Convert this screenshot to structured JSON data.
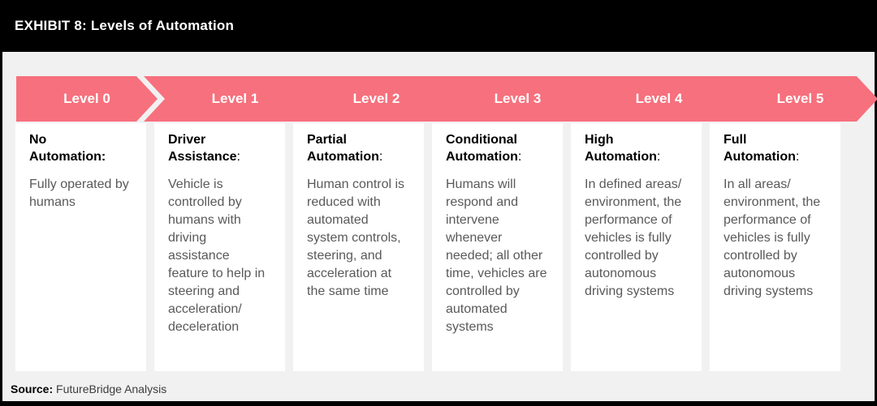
{
  "header": {
    "title": "EXHIBIT 8: Levels of Automation"
  },
  "levels": [
    {
      "label": "Level 0",
      "title": "No\nAutomation",
      "colon": ":",
      "description": "Fully operated by humans"
    },
    {
      "label": "Level 1",
      "title": "Driver\nAssistance",
      "colon": ":",
      "description": "Vehicle is controlled by humans with driving assistance feature to help in steering and acceleration/ deceleration"
    },
    {
      "label": "Level 2",
      "title": "Partial\nAutomation",
      "colon": ":",
      "description": "Human control is reduced with automated system controls, steering, and acceleration at the same time"
    },
    {
      "label": "Level 3",
      "title": "Conditional\nAutomation",
      "colon": ":",
      "description": "Humans will respond and intervene whenever needed; all other time, vehicles are controlled by automated systems"
    },
    {
      "label": "Level 4",
      "title": "High\nAutomation",
      "colon": ":",
      "description": "In defined areas/ environment, the performance of vehicles is fully controlled by autonomous driving systems"
    },
    {
      "label": "Level 5",
      "title": "Full\nAutomation",
      "colon": ":",
      "description": "In all areas/ environment, the performance of vehicles is fully controlled by autonomous driving systems"
    }
  ],
  "footer": {
    "source_label": "Source:",
    "source_text": " FutureBridge Analysis"
  },
  "colors": {
    "accent_pink": "#F7707D",
    "background": "#F1F1F1",
    "frame": "#000000",
    "card": "#FFFFFF",
    "body_text": "#595959"
  }
}
